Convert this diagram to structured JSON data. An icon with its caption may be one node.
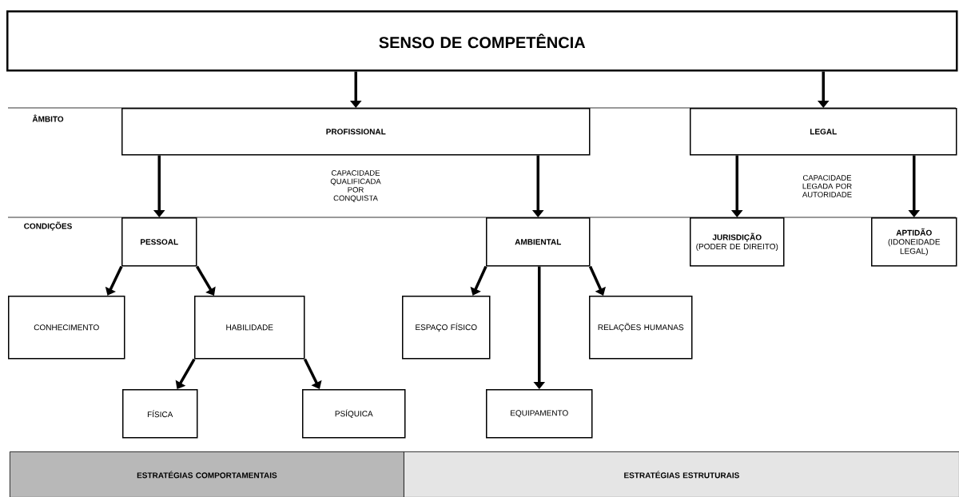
{
  "diagram": {
    "nodes": [
      {
        "text": [
          "SENSO DE COMPETÊNCIA"
        ]
      },
      {
        "text": [
          "PROFISSIONAL"
        ]
      },
      {
        "text": [
          "LEGAL"
        ]
      },
      {
        "text": [
          "PESSOAL"
        ]
      },
      {
        "text": [
          "AMBIENTAL"
        ]
      },
      {
        "text": [
          "JURISDIÇÃO",
          "(PODER DE DIREITO)"
        ]
      },
      {
        "text": [
          "APTIDÃO",
          "(IDONEIDADE LEGAL)"
        ]
      },
      {
        "text": [
          "CONHECIMENTO"
        ]
      },
      {
        "text": [
          "HABILIDADE"
        ]
      },
      {
        "text": [
          "ESPAÇO FÍSICO"
        ]
      },
      {
        "text": [
          "RELAÇÕES HUMANAS"
        ]
      },
      {
        "text": [
          "FÍSICA"
        ]
      },
      {
        "text": [
          "PSÍQUICA"
        ]
      },
      {
        "text": [
          "EQUIPAMENTO"
        ]
      },
      {
        "text": [
          "ESTRATÉGIAS COMPORTAMENTAIS"
        ]
      },
      {
        "text": [
          "ESTRATÉGIAS ESTRUTURAIS"
        ]
      }
    ],
    "edges": [
      {
        "from": 0,
        "to": 1,
        "arrow": "to"
      },
      {
        "from": 0,
        "to": 2,
        "arrow": "to"
      },
      {
        "from": 1,
        "to": 3,
        "arrow": "to"
      },
      {
        "from": 1,
        "to": 4,
        "arrow": "to"
      },
      {
        "from": 2,
        "to": 5,
        "arrow": "to"
      },
      {
        "from": 2,
        "to": 6,
        "arrow": "to"
      },
      {
        "from": 3,
        "to": 7,
        "arrow": "to"
      },
      {
        "from": 3,
        "to": 8,
        "arrow": "to"
      },
      {
        "from": 4,
        "to": 9,
        "arrow": "to"
      },
      {
        "from": 4,
        "to": 10,
        "arrow": "to"
      },
      {
        "from": 8,
        "to": 11,
        "arrow": "to"
      },
      {
        "from": 8,
        "to": 12,
        "arrow": "to"
      },
      {
        "from": 4,
        "to": 13,
        "arrow": "to"
      }
    ],
    "labels": [
      "ÂMBITO",
      "CAPACIDADE QUALIFICADA POR CONQUISTA",
      "CAPACIDADE LEGADA POR AUTORIDADE",
      "CONDIÇÕES"
    ]
  }
}
